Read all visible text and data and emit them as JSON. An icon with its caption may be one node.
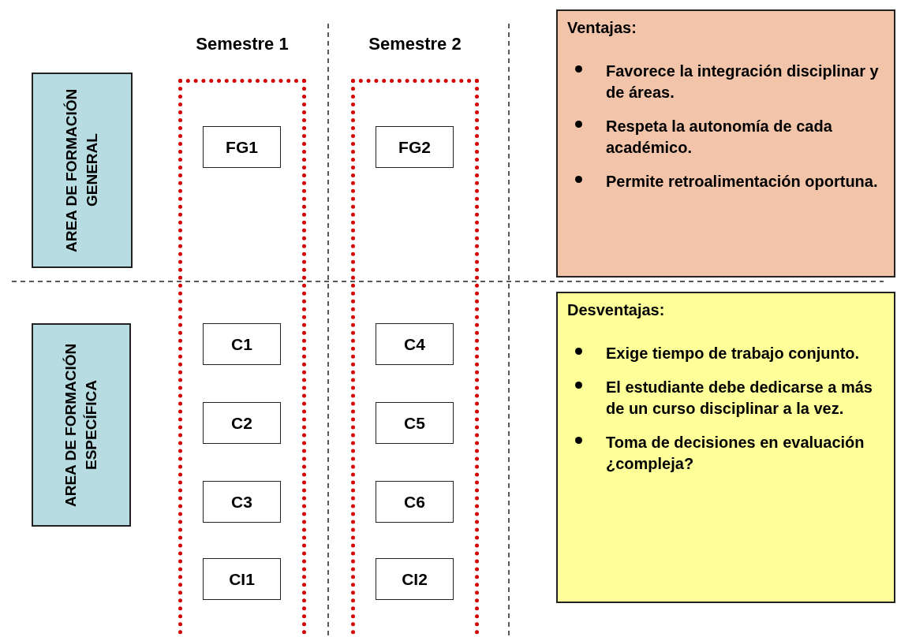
{
  "diagram": {
    "nodes": [
      {
        "text": [
          "AREA DE FORMACIÓN GENERAL"
        ]
      },
      {
        "text": [
          "AREA DE FORMACIÓN ESPECÍFICA"
        ]
      },
      {
        "text": [
          "Semestre 1"
        ]
      },
      {
        "text": [
          "FG1"
        ],
        "in": 2
      },
      {
        "text": [
          "C1"
        ],
        "in": 2
      },
      {
        "text": [
          "C2"
        ],
        "in": 2
      },
      {
        "text": [
          "C3"
        ],
        "in": 2
      },
      {
        "text": [
          "CI1"
        ],
        "in": 2
      },
      {
        "text": [
          "Semestre 2"
        ]
      },
      {
        "text": [
          "FG2"
        ],
        "in": 8
      },
      {
        "text": [
          "C4"
        ],
        "in": 8
      },
      {
        "text": [
          "C5"
        ],
        "in": 8
      },
      {
        "text": [
          "C6"
        ],
        "in": 8
      },
      {
        "text": [
          "CI2"
        ],
        "in": 8
      },
      {
        "text": [
          "Ventajas:",
          "Favorece la integración disciplinar y de áreas.",
          "Respeta la autonomía de cada académico.",
          "Permite retroalimentación oportuna."
        ]
      },
      {
        "text": [
          "Desventajas:",
          "Exige tiempo de trabajo conjunto.",
          "El estudiante debe dedicarse a más de un curso disciplinar a la vez.",
          "Toma de decisiones en evaluación ¿compleja?"
        ]
      }
    ]
  }
}
